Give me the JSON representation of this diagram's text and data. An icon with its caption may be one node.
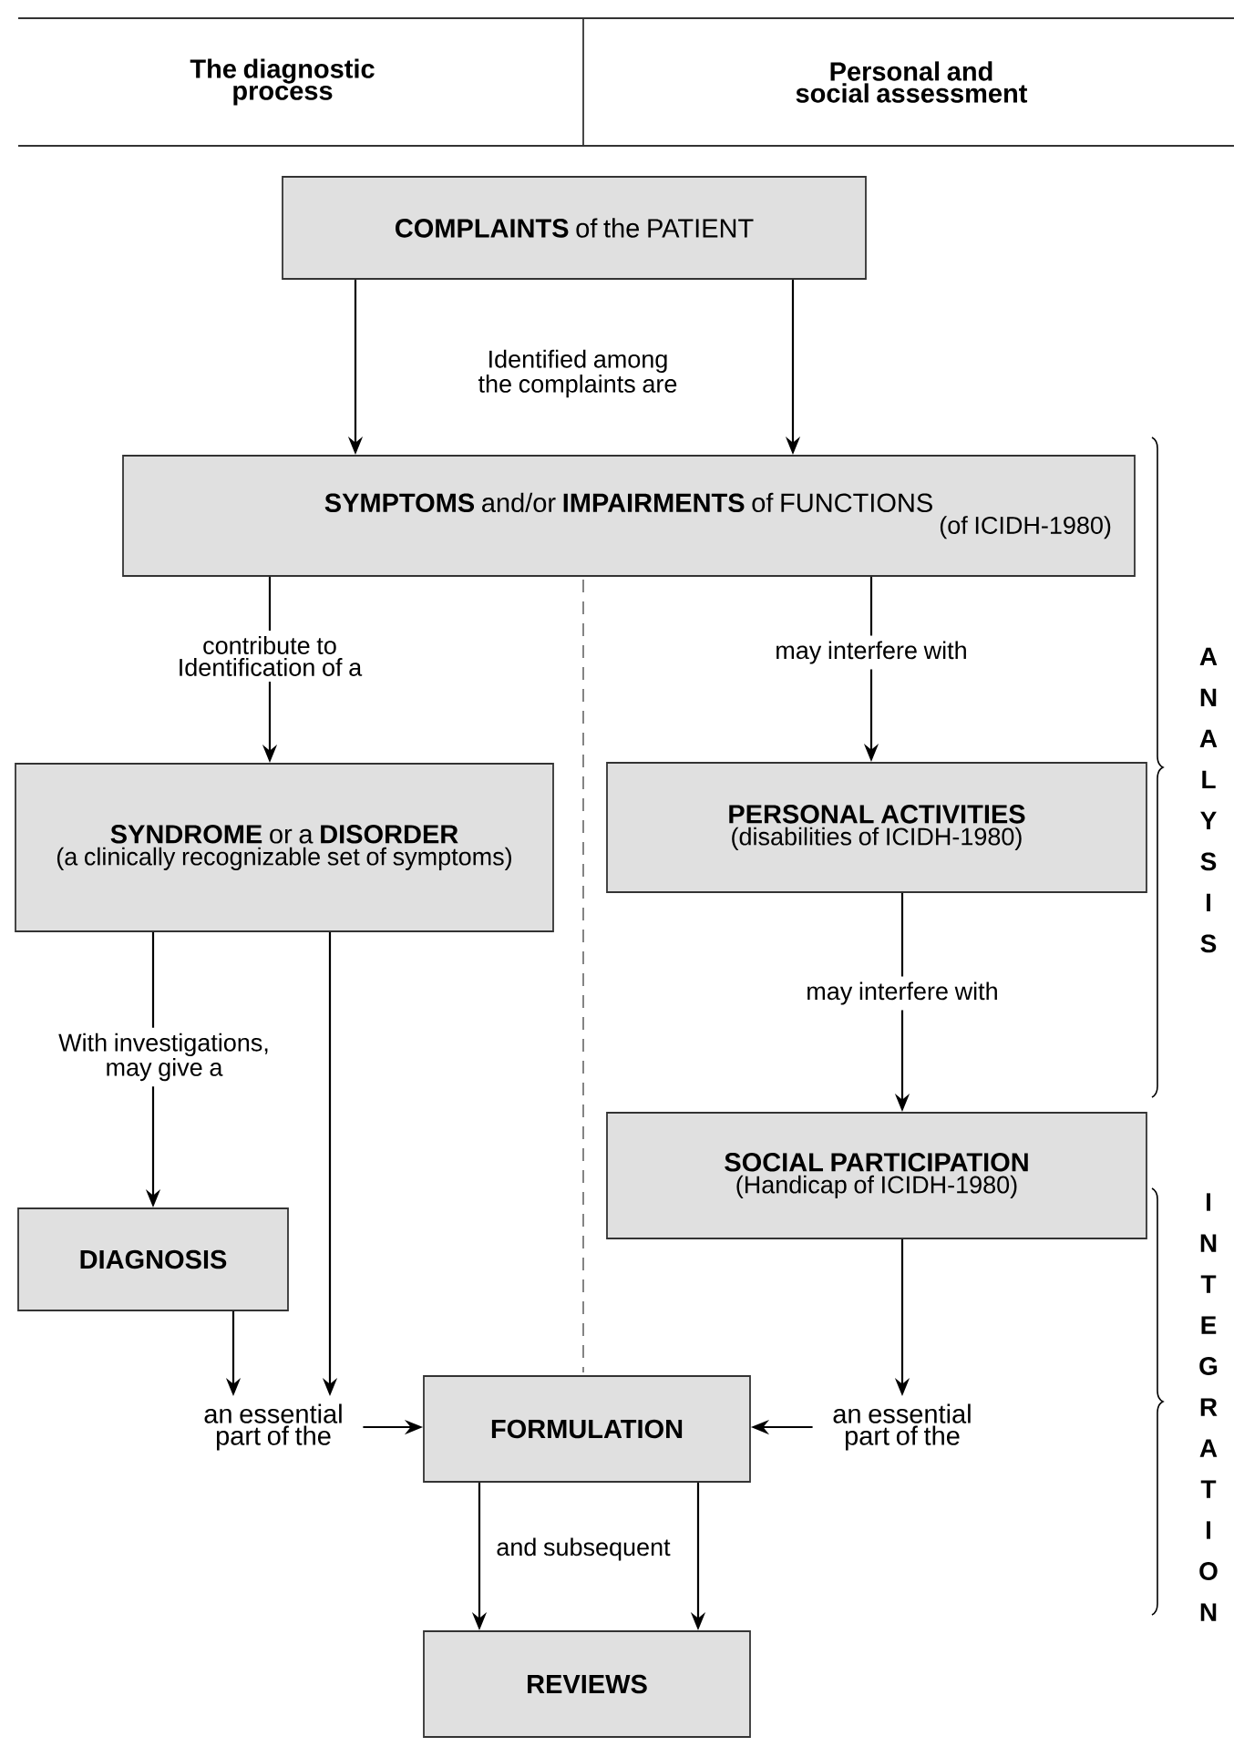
{
  "diagram": {
    "nodes": [
      {
        "text": [
          "**COMPLAINTS** of the PATIENT"
        ]
      },
      {
        "text": [
          "**SYMPTOMS** and/or **IMPAIRMENTS** of FUNCTIONS",
          "(of ICIDH-1980)"
        ]
      },
      {
        "text": [
          "**SYNDROME** or a **DISORDER**",
          "(a clinically recognizable set of symptoms)"
        ]
      },
      {
        "text": [
          "PERSONAL ACTIVITIES",
          "(disabilities of ICIDH-1980)"
        ]
      },
      {
        "text": [
          "SOCIAL PARTICIPATION",
          "(Handicap of ICIDH-1980)"
        ]
      },
      {
        "text": [
          "DIAGNOSIS"
        ]
      },
      {
        "text": [
          "an essential part of the"
        ]
      },
      {
        "text": [
          "FORMULATION"
        ]
      },
      {
        "text": [
          "an essential part of the"
        ]
      },
      {
        "text": [
          "REVIEWS"
        ]
      }
    ],
    "edges": [
      {
        "from": 0,
        "to": 1,
        "arrow": "to"
      },
      {
        "from": 0,
        "to": 1,
        "arrow": "to"
      },
      {
        "from": 1,
        "to": 2,
        "arrow": "to",
        "label": "contribute to Identification of a"
      },
      {
        "from": 1,
        "to": 3,
        "arrow": "to",
        "label": "may interfere with"
      },
      {
        "from": 2,
        "to": 5,
        "arrow": "to",
        "label": "With investigations, may give a"
      },
      {
        "from": 3,
        "to": 4,
        "arrow": "to",
        "label": "may interfere with"
      },
      {
        "from": 2,
        "to": 6,
        "arrow": "to"
      },
      {
        "from": 5,
        "to": 6,
        "arrow": "to"
      },
      {
        "from": 6,
        "to": 7,
        "arrow": "to"
      },
      {
        "from": 4,
        "to": 8,
        "arrow": "to"
      },
      {
        "from": 8,
        "to": 7,
        "arrow": "to"
      },
      {
        "from": 7,
        "to": 9,
        "arrow": "to"
      },
      {
        "from": 7,
        "to": 9,
        "arrow": "to"
      }
    ],
    "labels": [
      "The diagnostic process",
      "Personal and social assessment",
      "Identified among the complaints are",
      "ANALYSIS",
      "INTEGRATION",
      "and subsequent"
    ]
  }
}
